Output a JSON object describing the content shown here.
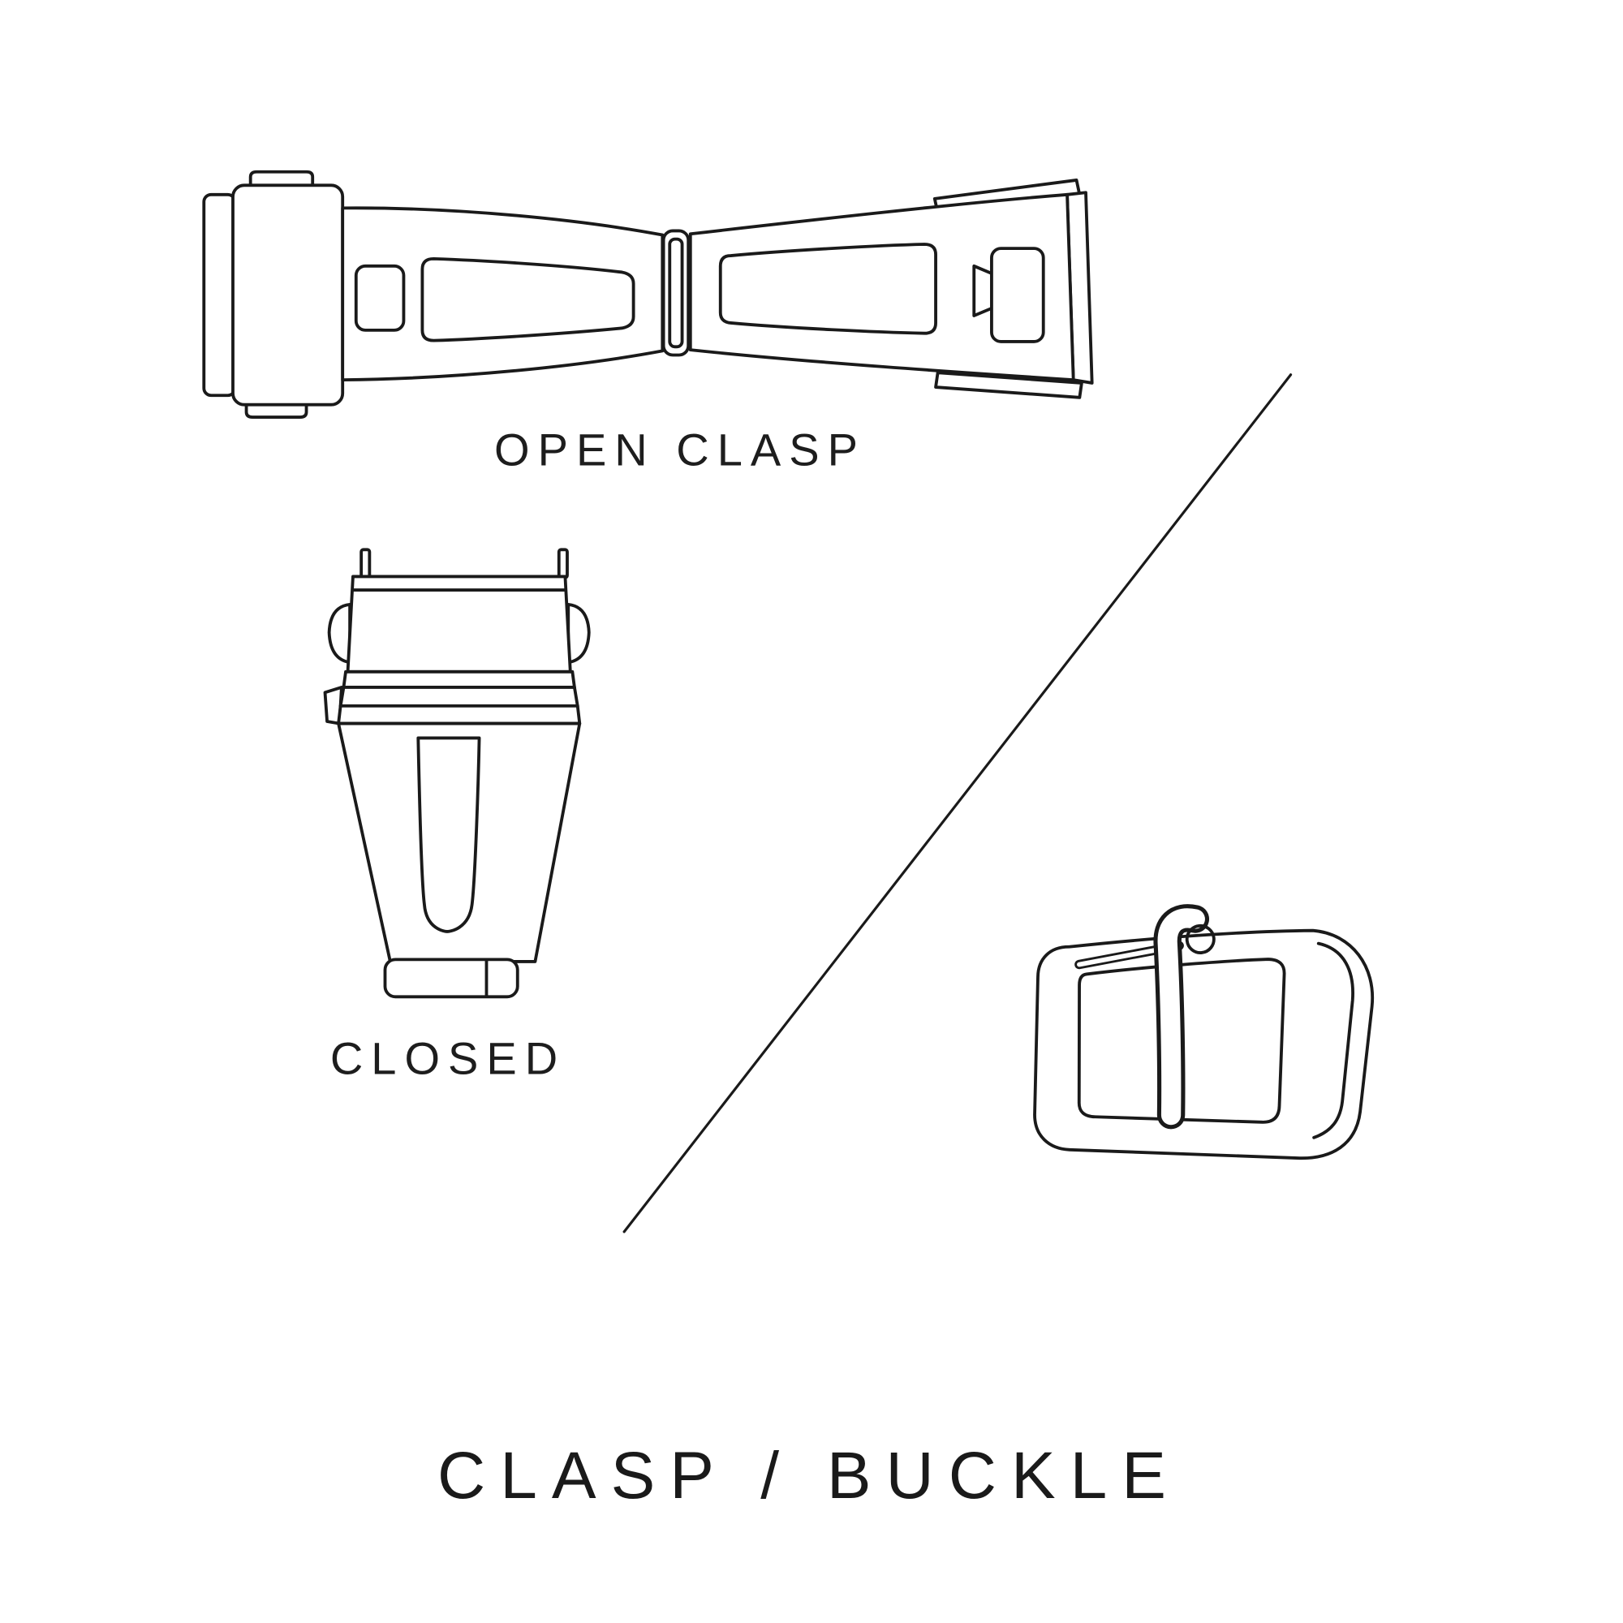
{
  "page": {
    "background": "#ffffff",
    "line_color": "#1a1a1a",
    "text_color": "#1d1d1d",
    "title": "CLASP / BUCKLE"
  },
  "labels": {
    "open_clasp": "OPEN CLASP",
    "closed": "CLOSED"
  },
  "illustrations": [
    "open-clasp-drawing",
    "closed-clasp-drawing",
    "tang-buckle-drawing"
  ]
}
